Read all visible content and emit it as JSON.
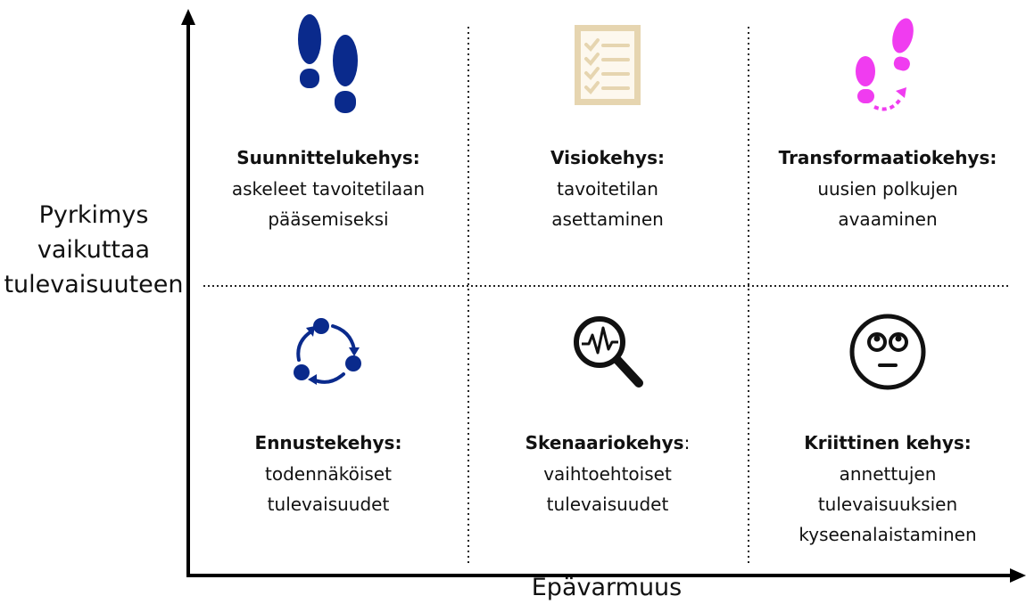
{
  "y_axis_label": [
    "Pyrkimys",
    "vaikuttaa",
    "tulevaisuuteen"
  ],
  "x_axis_label": "Epävarmuus",
  "colors": {
    "footprints": "#0a2a8c",
    "checklist": "#e6d5b0",
    "transformation": "#f03cf0",
    "cycle": "#0a2a8c",
    "text": "#111111"
  },
  "frames": [
    {
      "icon": "footprints-icon",
      "title": "Suunnittelukehys:",
      "description": "askeleet tavoitetilaan\npääsemiseksi"
    },
    {
      "icon": "checklist-icon",
      "title": "Visiokehys:",
      "description": "tavoitetilan\nasettaminen"
    },
    {
      "icon": "footprints-turn-icon",
      "title": "Transformaatiokehys:",
      "description": "uusien polkujen\navaaminen"
    },
    {
      "icon": "cycle-arrows-icon",
      "title": "Ennustekehys:",
      "description": "todennäköiset\ntulevaisuudet"
    },
    {
      "icon": "magnifier-signal-icon",
      "title": "Skenaariokehys",
      "title_suffix": ":",
      "description": "vaihtoehtoiset\ntulevaisuudet"
    },
    {
      "icon": "eye-roll-face-icon",
      "title": "Kriittinen kehys:",
      "description": "annettujen\ntulevaisuuksien\nkyseenalaistaminen"
    }
  ]
}
